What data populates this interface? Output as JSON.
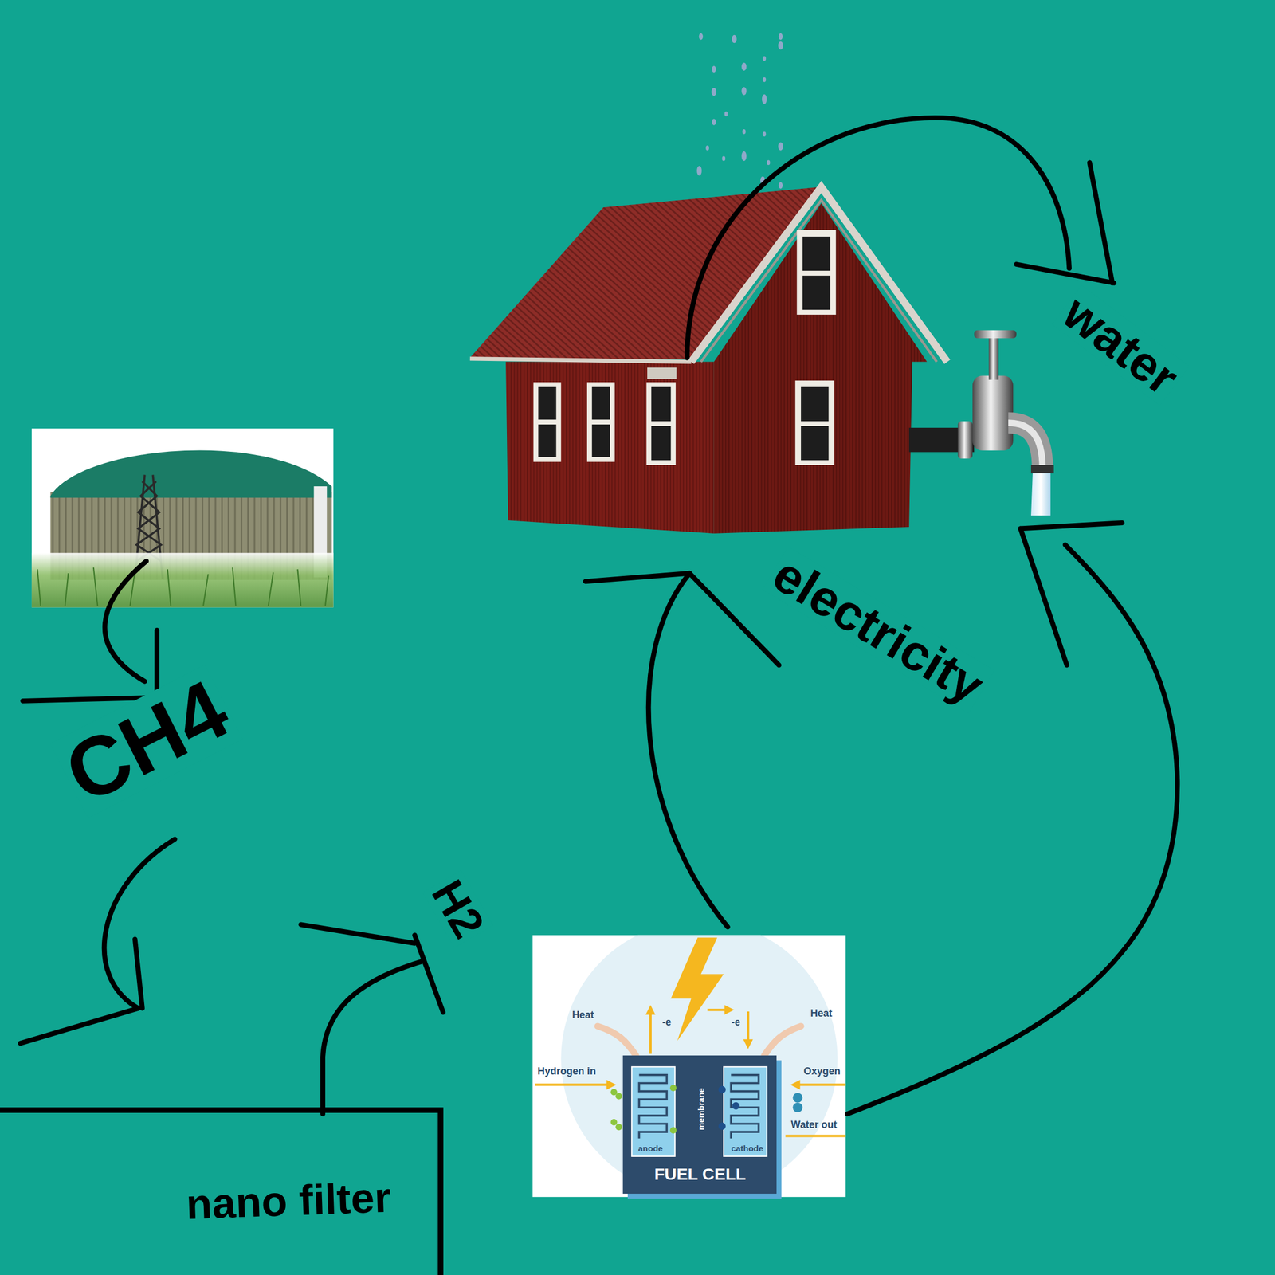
{
  "diagram": {
    "nodes": [
      {
        "text": [
          "Heat",
          "-e",
          "-e",
          "Heat",
          "Hydrogen in",
          "Oxygen",
          "Water out"
        ]
      },
      {
        "text": [
          "anode",
          "membrane",
          "cathode",
          "FUEL CELL"
        ],
        "in": 0
      },
      {
        "text": [
          "nano filter"
        ]
      }
    ],
    "labels": [
      "water",
      "electricity",
      "CH4",
      "H2"
    ]
  }
}
